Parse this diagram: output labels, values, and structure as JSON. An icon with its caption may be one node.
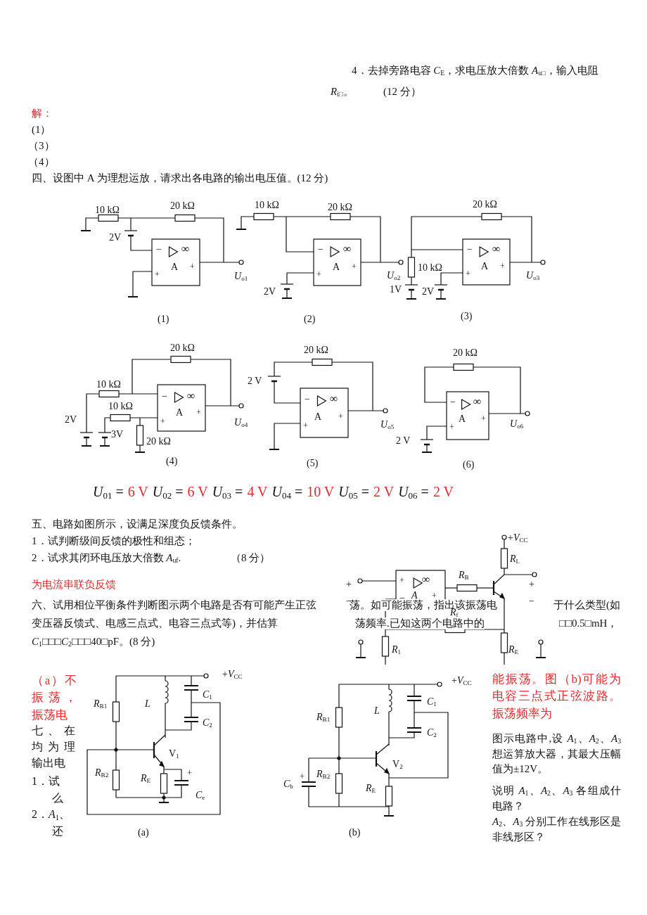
{
  "diagram": {
    "labels": [
      "4．去掉旁路电容 *C*$_{E}$，求电压放大倍数 *A*$_{u□}$，输入电阻",
      "*R*$_{i□}$。",
      "(12 分）",
      "解：",
      "(1）",
      "（3）",
      "（4）",
      "四、设图中 A 为理想运放，请求出各电路的输出电压值。(12 分)",
      "10 kΩ",
      "20 kΩ",
      "2V",
      "−",
      "∞",
      "A",
      "+",
      "+",
      "*U*$_{o1}$",
      "(1)",
      "10 kΩ",
      "20 kΩ",
      "−",
      "∞",
      "A",
      "+",
      "+",
      "*U*$_{o2}$",
      "2V",
      "(2)",
      "20 kΩ",
      "10 kΩ",
      "−",
      "∞",
      "A",
      "+",
      "+",
      "*U*$_{o3}$",
      "1V",
      "2V",
      "(3)",
      "20 kΩ",
      "10 kΩ",
      "−",
      "∞",
      "A",
      "+",
      "+",
      "10 kΩ",
      "*U*$_{o4}$",
      "2V",
      "3V",
      "20 kΩ",
      "(4)",
      "20 kΩ",
      "2 V",
      "−",
      "∞",
      "A",
      "+",
      "+",
      "*U*$_{o5}$",
      "(5)",
      "20 kΩ",
      "−",
      "∞",
      "A",
      "+",
      "+",
      "*U*$_{o6}$",
      "2 V",
      "(6)",
      "*U*$_{01}$ =",
      "6 V",
      "*U*$_{02}$ =",
      "6 V",
      "*U*$_{03}$ =",
      "4 V",
      "*U*$_{04}$ =",
      "10 V",
      "*U*$_{05}$ =",
      "2 V",
      "*U*$_{06}$ =",
      "2 V",
      "五、电路如图所示，设满足深度负反馈条件。",
      "1．试判断级间反馈的极性和组态；",
      "2．试求其闭环电压放大倍数 *A*$_{uf}$.",
      "（8 分）",
      "为电流串联负反馈",
      "六、试用相位平衡条件判断图示两个电路是否有可能产生正弦",
      "荡。如可能振荡，指出该振荡电",
      "于什么类型(如",
      "变压器反馈式、电感三点式、电容三点式等)，并估算",
      "荡频率.已知这两个电路中的",
      "□□0.5□mH，",
      "*C*$_{1}$□□□*C*$_{2}$□□□40□pF。(8 分)",
      "+*V*$_{CC}$",
      "*R*$_{L}$",
      "*R*$_{B}$",
      "+",
      "−",
      "+",
      "∞",
      "−",
      "*A*",
      "+",
      "+",
      "−",
      "*R*$_{f}$",
      "*R*$_{1}$",
      "*R*$_{E}$",
      "（a）不振荡，振荡电",
      "七、在均为理输出电",
      "1．试",
      "么",
      "2．*A*$_{1}$、",
      "还",
      "+*V*$_{CC}$",
      "*R*$_{B1}$",
      "*L*",
      "*C*$_{1}$",
      "*C*$_{2}$",
      "V$_{1}$",
      "*R*$_{B2}$",
      "*R*$_{E}$",
      "+",
      "*C*$_{e}$",
      "(a)",
      "+*V*$_{CC}$",
      "*R*$_{B1}$",
      "*L*",
      "*C*$_{1}$",
      "*C*$_{2}$",
      "V$_{2}$",
      "*C*$_{b}$",
      "+",
      "*R*$_{B2}$",
      "*R*$_{E}$",
      "(b)",
      "能振荡。图（b)可能为电容三点式正弦波路。振荡频率为",
      "图示电路中,设 *A*$_{1}$、*A*$_{2}$、*A*$_{3}$想运算放大器，其最大压幅值为±12V。",
      "说明 *A*$_{1}$、*A*$_{2}$、*A*$_{3}$ 各组成什电路？",
      "*A*$_{2}$、*A*$_{3}$ 分别工作在线形区是非线形区？"
    ]
  }
}
